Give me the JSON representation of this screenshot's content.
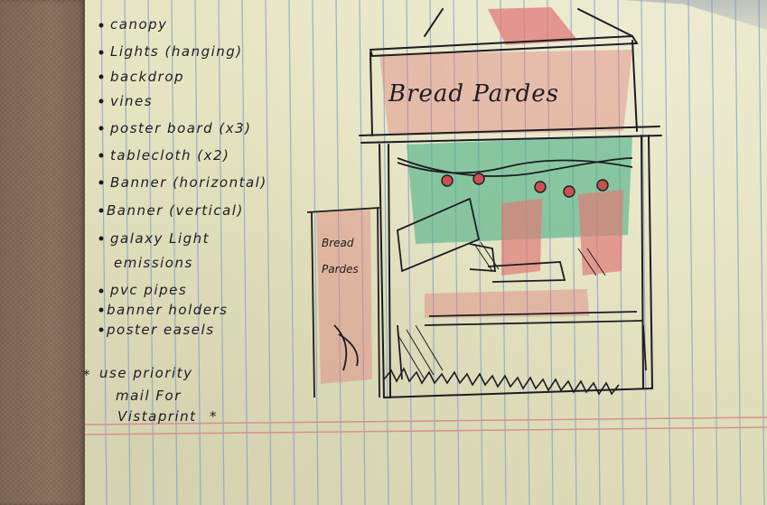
{
  "notebook": {
    "checklist": [
      "canopy",
      "Lights (hanging)",
      "backdrop",
      "vines",
      "poster board (x3)",
      "tablecloth (x2)",
      "Banner (horizontal)",
      "Banner (vertical)",
      "galaxy Light",
      "emissions",
      "pvc pipes",
      "banner holders",
      "poster easels"
    ],
    "note_lines": [
      "use priority",
      "mail For",
      "Vistaprint"
    ],
    "booth_banner": "Bread Pardes",
    "side_banner": [
      "Bread",
      "Pardes"
    ]
  },
  "colors": {
    "paper": "#e4e3bf",
    "rule_line": "#7f98c8",
    "margin_line": "#d88f8f",
    "ink": "#1c1c22",
    "marker_red": "#e07a78",
    "marker_green": "#55b38a",
    "binding": "#84695a"
  }
}
